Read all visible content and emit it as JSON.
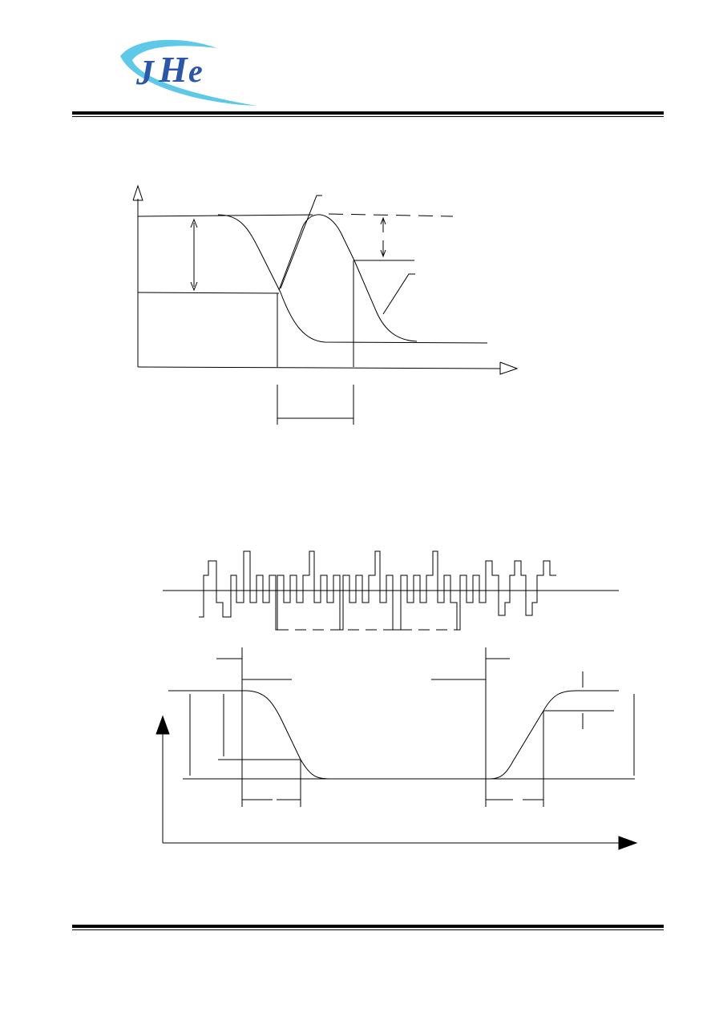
{
  "brand": {
    "logo_text": "JHe",
    "accent_color": "#5ec8e8",
    "letter_color": "#2b57a8"
  },
  "colors": {
    "ink": "#000000",
    "background": "#ffffff"
  },
  "diagrams": [
    {
      "name": "sdram-fall-rise-timing-diagram"
    },
    {
      "name": "pulse-train-and-transition-timing-diagram"
    }
  ]
}
